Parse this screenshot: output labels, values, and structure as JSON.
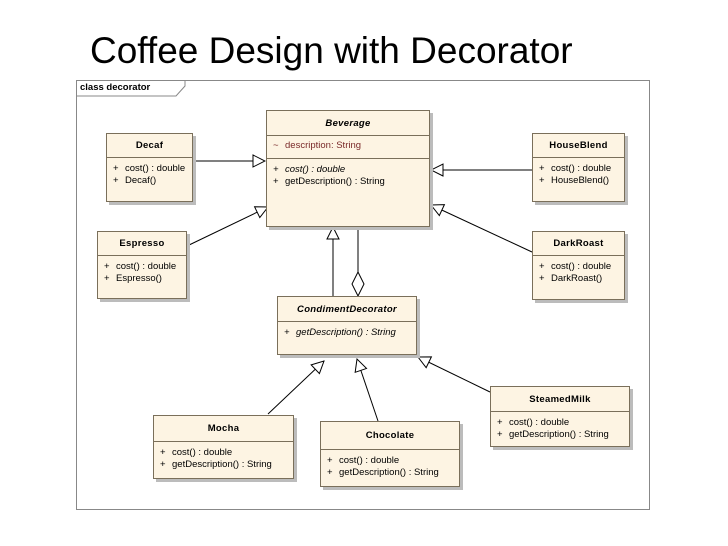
{
  "slide": {
    "title": "Coffee Design with Decorator"
  },
  "frame": {
    "label": "class decorator"
  },
  "classes": {
    "beverage": {
      "name": "Beverage",
      "attrs": [
        {
          "vis": "~",
          "text": "description:  String"
        }
      ],
      "ops": [
        {
          "vis": "+",
          "text": "cost() : double"
        },
        {
          "vis": "+",
          "text": "getDescription() : String"
        }
      ]
    },
    "decaf": {
      "name": "Decaf",
      "ops": [
        {
          "vis": "+",
          "text": "cost() : double"
        },
        {
          "vis": "+",
          "text": "Decaf()"
        }
      ]
    },
    "houseblend": {
      "name": "HouseBlend",
      "ops": [
        {
          "vis": "+",
          "text": "cost() : double"
        },
        {
          "vis": "+",
          "text": "HouseBlend()"
        }
      ]
    },
    "espresso": {
      "name": "Espresso",
      "ops": [
        {
          "vis": "+",
          "text": "cost() : double"
        },
        {
          "vis": "+",
          "text": "Espresso()"
        }
      ]
    },
    "darkroast": {
      "name": "DarkRoast",
      "ops": [
        {
          "vis": "+",
          "text": "cost() : double"
        },
        {
          "vis": "+",
          "text": "DarkRoast()"
        }
      ]
    },
    "condimentdecorator": {
      "name": "CondimentDecorator",
      "ops": [
        {
          "vis": "+",
          "text": "getDescription() : String"
        }
      ]
    },
    "steamedmilk": {
      "name": "SteamedMilk",
      "ops": [
        {
          "vis": "+",
          "text": "cost() : double"
        },
        {
          "vis": "+",
          "text": "getDescription() : String"
        }
      ]
    },
    "mocha": {
      "name": "Mocha",
      "ops": [
        {
          "vis": "+",
          "text": "cost() : double"
        },
        {
          "vis": "+",
          "text": "getDescription() : String"
        }
      ]
    },
    "chocolate": {
      "name": "Chocolate",
      "ops": [
        {
          "vis": "+",
          "text": "cost() : double"
        },
        {
          "vis": "+",
          "text": "getDescription() : String"
        }
      ]
    }
  },
  "colors": {
    "box_fill": "#fdf4e3",
    "box_border": "#7a6f5a",
    "shadow": "#bcbcbc",
    "attribute_text": "#7a2a2a",
    "line": "#000000"
  }
}
